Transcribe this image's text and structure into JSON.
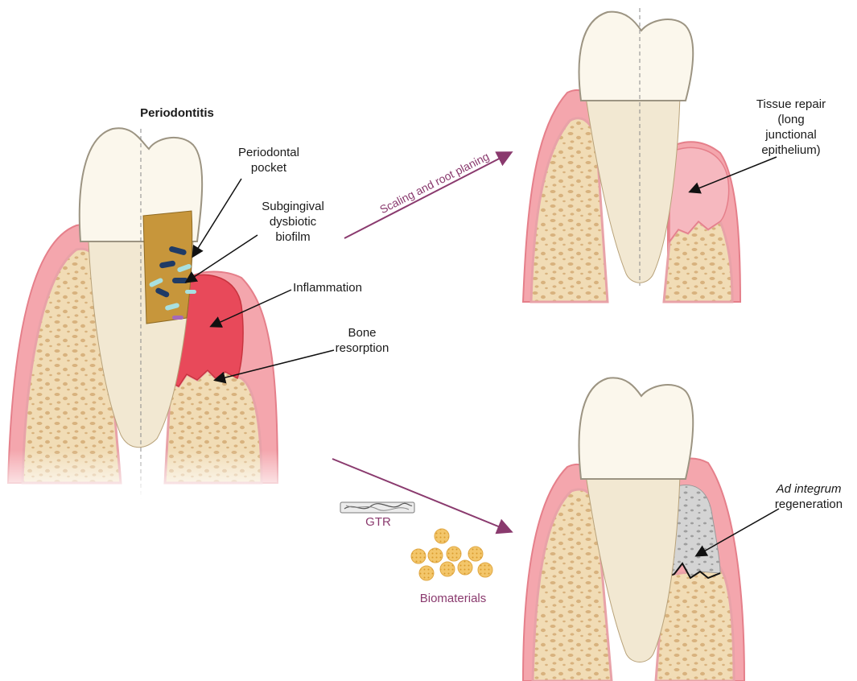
{
  "diagram": {
    "title": "Periodontitis",
    "left_labels": {
      "pocket": [
        "Periodontal",
        "pocket"
      ],
      "biofilm": [
        "Subgingival",
        "dysbiotic",
        "biofilm"
      ],
      "inflammation": "Inflammation",
      "bone": [
        "Bone",
        "resorption"
      ]
    },
    "top_right_label": [
      "Tissue repair",
      "(long",
      "junctional",
      "epithelium)"
    ],
    "bottom_right_label": {
      "italic": "Ad integrum",
      "rest": "regeneration"
    },
    "arrow_top_label": "Scaling and root planing",
    "gtr_label": "GTR",
    "biomaterials_label": "Biomaterials",
    "colors": {
      "gum": "#f4a6ad",
      "gum_edge": "#e57f8a",
      "bone": "#f1dcb5",
      "bone_dot": "#d8b27e",
      "tooth": "#fbf7ec",
      "root": "#f2e8d2",
      "inflamed": "#e8495a",
      "plaque": "#c7963b",
      "regenerated": "#cfcfcf",
      "arrow_purple": "#8a3a6e",
      "bead": "#f3c66a"
    }
  }
}
